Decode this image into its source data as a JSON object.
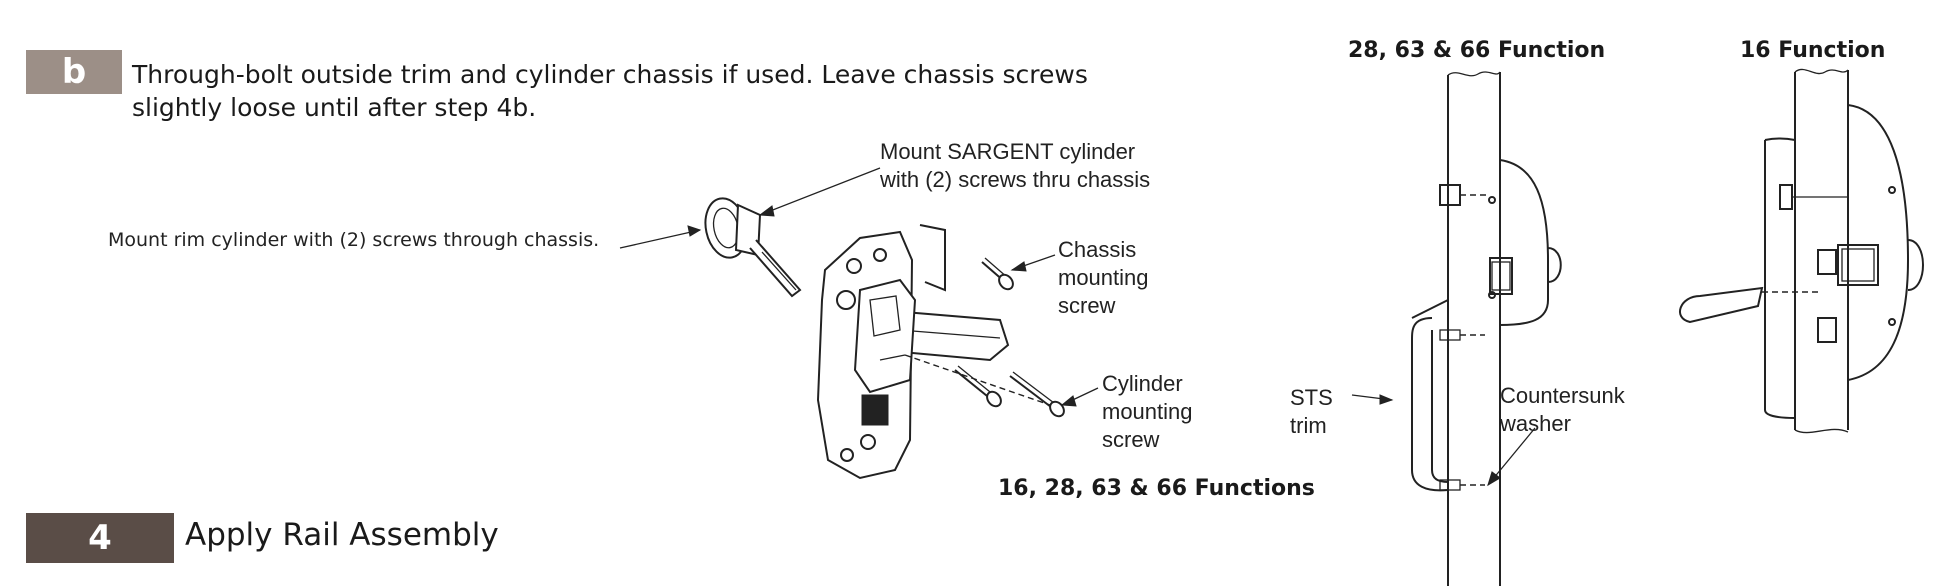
{
  "step_b": {
    "letter": "b",
    "text": "Through-bolt outside trim and cylinder chassis if used. Leave chassis screws slightly loose until after step 4b."
  },
  "step_4": {
    "number": "4",
    "title": "Apply Rail Assembly"
  },
  "callouts": {
    "rim_cylinder": "Mount rim cylinder with (2) screws through chassis.",
    "sargent_cylinder": "Mount SARGENT cylinder\nwith (2) screws thru chassis",
    "chassis_screw": "Chassis\nmounting\nscrew",
    "cylinder_screw": "Cylinder\nmounting\nscrew",
    "sts_trim": "STS\ntrim",
    "countersunk_washer": "Countersunk\nwasher"
  },
  "captions": {
    "functions_all": "16, 28, 63 & 66 Functions",
    "functions_28_63_66": "28, 63 & 66  Function",
    "function_16": "16 Function"
  },
  "colors": {
    "step_b_box": "#9c8f87",
    "step_4_box": "#5a4d47",
    "line_art": "#222222"
  }
}
